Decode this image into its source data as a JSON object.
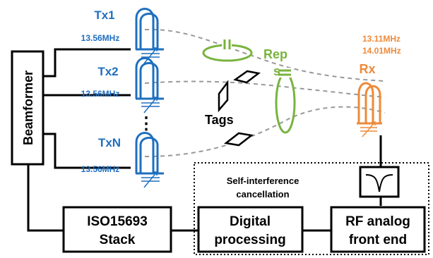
{
  "transmitters": [
    {
      "label": "Tx1",
      "freq": "13.56MHz"
    },
    {
      "label": "Tx2",
      "freq": "13.56MHz"
    },
    {
      "label": "TxN",
      "freq": "13.56MHz"
    }
  ],
  "tx_dots": "⋮",
  "beamformer": "Beamformer",
  "repeaters_label_line1": "Rep",
  "repeaters_label_line2": "s",
  "tags_label": "Tags",
  "rx": {
    "label": "Rx",
    "freq1": "13.11MHz",
    "freq2": "14.01MHz"
  },
  "blocks": {
    "iso_line1": "ISO15693",
    "iso_line2": "Stack",
    "digital_line1": "Digital",
    "digital_line2": "processing",
    "rf_line1": "RF analog",
    "rf_line2": "front end"
  },
  "sic_line1": "Self-interference",
  "sic_line2": "cancellation",
  "colors": {
    "tx": "#1f6fbf",
    "rx": "#ee8a3a",
    "repeater": "#79b33e",
    "black": "#000000",
    "dashed": "#999999"
  }
}
